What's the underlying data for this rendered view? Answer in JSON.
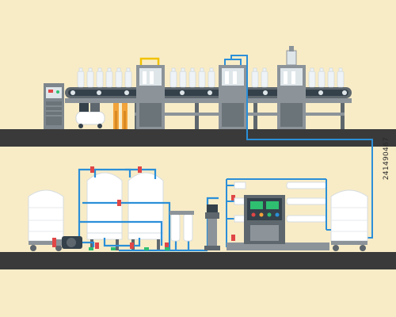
{
  "colors": {
    "background": "#f8ecc7",
    "floor": "#3a3a3a",
    "machine_gray": "#8c949a",
    "machine_dark": "#5e676d",
    "pipe_blue": "#2b8fd8",
    "valve_red": "#e04646",
    "tank_white": "#ffffff",
    "bottle": "#eef3f7",
    "filter_orange": "#f2a33a",
    "panel_green": "#2fbf71",
    "panel_dark": "#34414b"
  },
  "scene": {
    "upper_line": {
      "items": [
        "control-cabinet",
        "air-compressor",
        "orange-filters",
        "conveyor-belt",
        "bottle-row",
        "rinsing-machine",
        "filling-machine",
        "capping-machine"
      ]
    },
    "lower_line": {
      "items": [
        "raw-water-tank",
        "booster-pump",
        "sand-filter-tank",
        "carbon-filter-tank",
        "precision-filters",
        "high-pressure-pump",
        "ro-membranes",
        "control-panel",
        "pure-water-tank"
      ]
    }
  },
  "watermark": {
    "id_text": "241490467"
  }
}
